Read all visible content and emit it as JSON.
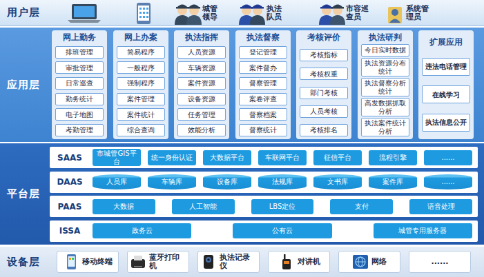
{
  "diagram": {
    "nodes": [
      {
        "text": [
          "用户层"
        ]
      },
      {
        "text": [
          "应用层"
        ]
      },
      {
        "text": [
          "网上勤务"
        ],
        "in": 1
      },
      {
        "text": [
          "排班管理"
        ],
        "in": 2
      },
      {
        "text": [
          "审批管理"
        ],
        "in": 2
      },
      {
        "text": [
          "日常巡查"
        ],
        "in": 2
      },
      {
        "text": [
          "勤务统计"
        ],
        "in": 2
      },
      {
        "text": [
          "电子地图"
        ],
        "in": 2
      },
      {
        "text": [
          "考勤管理"
        ],
        "in": 2
      },
      {
        "text": [
          "网上办案"
        ],
        "in": 1
      },
      {
        "text": [
          "简易程序"
        ],
        "in": 9
      },
      {
        "text": [
          "一般程序"
        ],
        "in": 9
      },
      {
        "text": [
          "强制程序"
        ],
        "in": 9
      },
      {
        "text": [
          "案件管理"
        ],
        "in": 9
      },
      {
        "text": [
          "案件统计"
        ],
        "in": 9
      },
      {
        "text": [
          "综合查询"
        ],
        "in": 9
      },
      {
        "text": [
          "执法指挥"
        ],
        "in": 1
      },
      {
        "text": [
          "人员资源"
        ],
        "in": 16
      },
      {
        "text": [
          "车辆资源"
        ],
        "in": 16
      },
      {
        "text": [
          "案件资源"
        ],
        "in": 16
      },
      {
        "text": [
          "设备资源"
        ],
        "in": 16
      },
      {
        "text": [
          "任务管理"
        ],
        "in": 16
      },
      {
        "text": [
          "效能分析"
        ],
        "in": 16
      },
      {
        "text": [
          "执法督察"
        ],
        "in": 1
      },
      {
        "text": [
          "登记管理"
        ],
        "in": 23
      },
      {
        "text": [
          "案件督办"
        ],
        "in": 23
      },
      {
        "text": [
          "督察管理"
        ],
        "in": 23
      },
      {
        "text": [
          "案卷评查"
        ],
        "in": 23
      },
      {
        "text": [
          "督察档案"
        ],
        "in": 23
      },
      {
        "text": [
          "督察统计"
        ],
        "in": 23
      },
      {
        "text": [
          "考核评价"
        ],
        "in": 1
      },
      {
        "text": [
          "考核指标"
        ],
        "in": 30
      },
      {
        "text": [
          "考核权重"
        ],
        "in": 30
      },
      {
        "text": [
          "部门考核"
        ],
        "in": 30
      },
      {
        "text": [
          "人员考核"
        ],
        "in": 30
      },
      {
        "text": [
          "考核排名"
        ],
        "in": 30
      },
      {
        "text": [
          "执法研判"
        ],
        "in": 1
      },
      {
        "text": [
          "今日实时数据"
        ],
        "in": 36
      },
      {
        "text": [
          "执法资源分布统计"
        ],
        "in": 36
      },
      {
        "text": [
          "执法督察分析统计"
        ],
        "in": 36
      },
      {
        "text": [
          "高发数据抓取分析"
        ],
        "in": 36
      },
      {
        "text": [
          "执法案件统计分析"
        ],
        "in": 36
      },
      {
        "text": [
          "扩展应用"
        ],
        "in": 1
      },
      {
        "text": [
          "违法电话管理"
        ],
        "in": 42
      },
      {
        "text": [
          "在线学习"
        ],
        "in": 42
      },
      {
        "text": [
          "执法信息公开"
        ],
        "in": 42
      },
      {
        "text": [
          "平台层"
        ]
      },
      {
        "text": [
          "SAAS"
        ],
        "in": 46
      },
      {
        "text": [
          "市城管GIS平台"
        ],
        "in": 47
      },
      {
        "text": [
          "统一身份认证"
        ],
        "in": 47
      },
      {
        "text": [
          "大数据平台"
        ],
        "in": 47
      },
      {
        "text": [
          "车联网平台"
        ],
        "in": 47
      },
      {
        "text": [
          "征信平台"
        ],
        "in": 47
      },
      {
        "text": [
          "流程引擎"
        ],
        "in": 47
      },
      {
        "text": [
          "......"
        ],
        "in": 47
      },
      {
        "text": [
          "DAAS"
        ],
        "in": 46
      },
      {
        "text": [
          "人员库"
        ],
        "in": 55
      },
      {
        "text": [
          "车辆库"
        ],
        "in": 55
      },
      {
        "text": [
          "设备库"
        ],
        "in": 55
      },
      {
        "text": [
          "法规库"
        ],
        "in": 55
      },
      {
        "text": [
          "文书库"
        ],
        "in": 55
      },
      {
        "text": [
          "案件库"
        ],
        "in": 55
      },
      {
        "text": [
          "......"
        ],
        "in": 55
      },
      {
        "text": [
          "PAAS"
        ],
        "in": 46
      },
      {
        "text": [
          "大数据"
        ],
        "in": 63
      },
      {
        "text": [
          "人工智能"
        ],
        "in": 63
      },
      {
        "text": [
          "LBS定位"
        ],
        "in": 63
      },
      {
        "text": [
          "支付"
        ],
        "in": 63
      },
      {
        "text": [
          "语音处理"
        ],
        "in": 63
      },
      {
        "text": [
          "ISSA"
        ],
        "in": 46
      },
      {
        "text": [
          "政务云"
        ],
        "in": 69
      },
      {
        "text": [
          "公有云"
        ],
        "in": 69
      },
      {
        "text": [
          "城管专用服务器"
        ],
        "in": 69
      },
      {
        "text": [
          "设备层"
        ]
      },
      {
        "text": [
          "移动终端"
        ],
        "in": 73
      },
      {
        "text": [
          "蓝牙打印机"
        ],
        "in": 73
      },
      {
        "text": [
          "执法记录仪"
        ],
        "in": 73
      },
      {
        "text": [
          "对讲机"
        ],
        "in": 73
      },
      {
        "text": [
          "网络"
        ],
        "in": 73
      },
      {
        "text": [
          "......"
        ],
        "in": 73
      }
    ],
    "labels": [
      "城管领导",
      "执法队员",
      "市容巡查员",
      "系统管理员"
    ]
  }
}
